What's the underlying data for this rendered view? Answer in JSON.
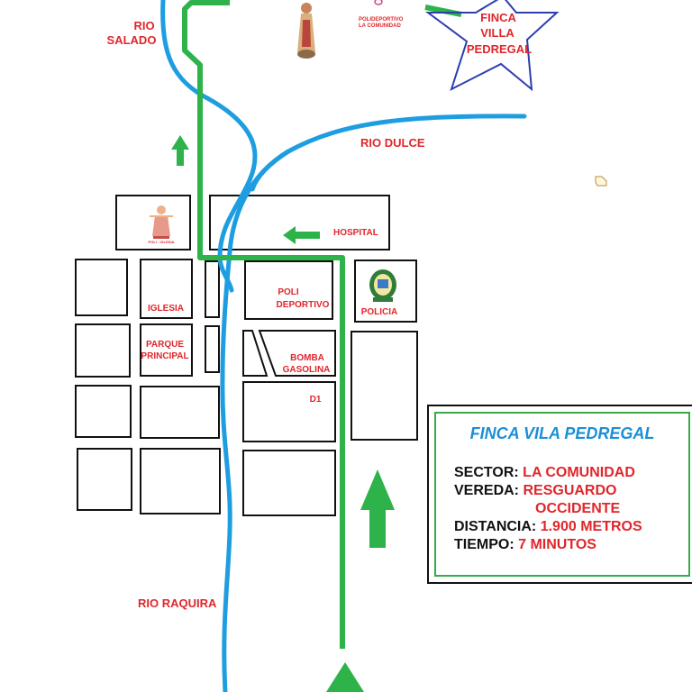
{
  "labels": {
    "rio_salado_1": "RIO",
    "rio_salado_2": "SALADO",
    "polideportivo_1": "POLIDEPORTIVO",
    "polideportivo_2": "LA COMUNIDAD",
    "finca_1": "FINCA",
    "finca_2": "VILLA",
    "finca_3": "PEDREGAL",
    "rio_dulce": "RIO DULCE",
    "hospital": "HOSPITAL",
    "iglesia": "IGLESIA",
    "parque_1": "PARQUE",
    "parque_2": "PRINCIPAL",
    "poli_1": "POLI",
    "poli_2": "DEPORTIVO",
    "policia": "POLICIA",
    "bomba_1": "BOMBA",
    "bomba_2": "GASOLINA",
    "d1": "D1",
    "rio_raquira": "RIO RAQUIRA"
  },
  "info": {
    "title": "FINCA VILA PEDREGAL",
    "sector_label": "SECTOR:",
    "sector_value": "LA COMUNIDAD",
    "vereda_label": "VEREDA:",
    "vereda_value_1": "RESGUARDO",
    "vereda_value_2": "OCCIDENTE",
    "distancia_label": "DISTANCIA:",
    "distancia_value": "1.900 METROS",
    "tiempo_label": "TIEMPO:",
    "tiempo_value": "7 MINUTOS"
  },
  "icons": {
    "route_arrows": "green-arrow-icon",
    "destination": "star-icon",
    "church": "church-figure-icon",
    "police": "police-badge-icon",
    "saint": "saint-statue-icon",
    "cursor": "hand-cursor-icon"
  },
  "colors": {
    "route": "#2db34a",
    "river": "#1e9ee0",
    "label": "#e0262b",
    "star": "#2b3fae",
    "title": "#1a8fd8"
  }
}
